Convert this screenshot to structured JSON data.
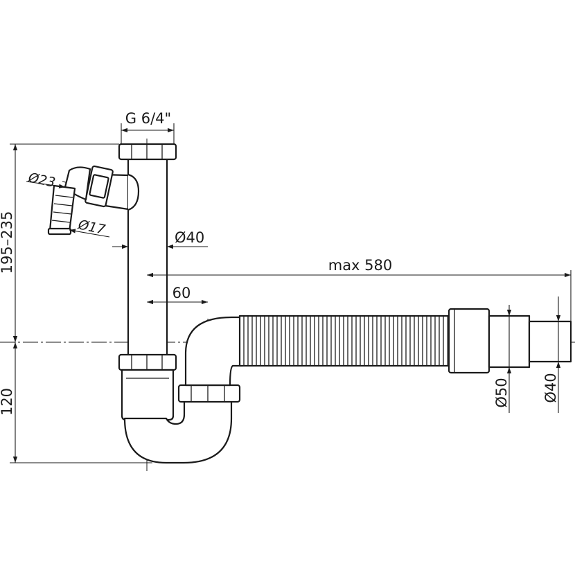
{
  "dimensions": {
    "thread": "G 6/4\"",
    "total_height": "195–235",
    "bottom_height": "120",
    "inlet_hose_outer": "Ø23",
    "inlet_hose_inner": "Ø17",
    "vertical_pipe": "Ø40",
    "horizontal_offset": "60",
    "max_length": "max 580",
    "outlet_outer": "Ø50",
    "outlet_inner": "Ø40"
  }
}
